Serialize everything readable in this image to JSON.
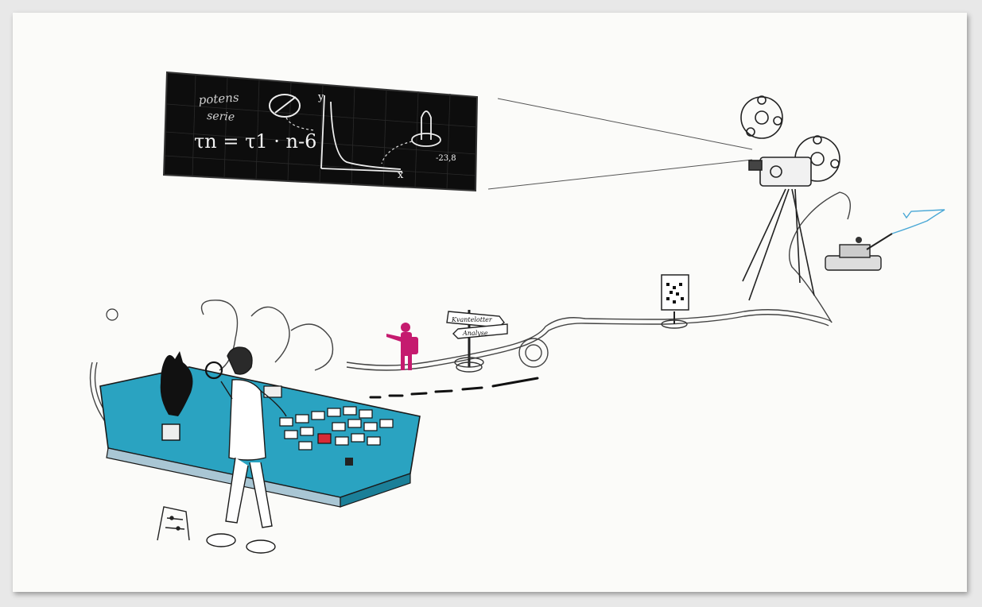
{
  "blackboard": {
    "script_line1": "potens",
    "script_line2": "serie",
    "formula": "τn = τ1 · n-6",
    "axis_y": "y",
    "axis_x": "x",
    "tag": "-23,8"
  },
  "signpost": {
    "sign_top": "Kvantelotter",
    "sign_bottom": "Analyse"
  },
  "colors": {
    "calculator": "#2aa3c1",
    "figure_magenta": "#c51b6f",
    "ink": "#1a1a1a",
    "paper": "#fbfbf9",
    "aim_line": "#4aa8d6"
  }
}
